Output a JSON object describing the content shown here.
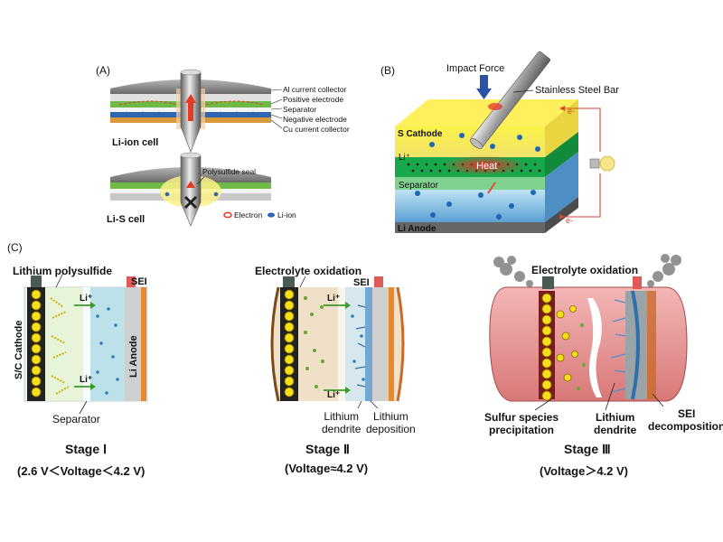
{
  "panel_a": {
    "label": "(A)",
    "liion_label": "Li-ion cell",
    "lis_label": "Li-S cell",
    "layers": [
      "Al current collector",
      "Positive electrode",
      "Separator",
      "Negative electrode",
      "Cu current collector"
    ],
    "polysulfide_seal": "Polysulfide seal",
    "legend_electron": "Electron",
    "legend_liion": "Li-ion"
  },
  "panel_b": {
    "label": "(B)",
    "impact_force": "Impact Force",
    "steel_bar": "Stainless Steel Bar",
    "s_cathode": "S  Cathode",
    "li_plus": "Li⁺",
    "heat": "Heat",
    "separator": "Separator",
    "li_anode": "Li  Anode",
    "e_minus_top": "e-",
    "e_minus_bottom": "e-"
  },
  "panel_c": {
    "label": "(C)",
    "stage1": {
      "polysulfide": "Lithium polysulfide",
      "sei": "SEI",
      "cathode": "S/C  Cathode",
      "anode": "Li  Anode",
      "li_top": "Li⁺",
      "li_bottom": "Li⁺",
      "separator": "Separator",
      "title": "Stage Ⅰ",
      "condition": "(2.6 V＜Voltage＜4.2 V)"
    },
    "stage2": {
      "oxidation": "Electrolyte oxidation",
      "sei": "SEI",
      "li_top": "Li⁺",
      "li_bottom": "Li⁺",
      "dendrite": "Lithium\ndendrite",
      "deposition": "Lithium\ndeposition",
      "title": "Stage Ⅱ",
      "condition": "(Voltage≈4.2 V)"
    },
    "stage3": {
      "oxidation": "Electrolyte oxidation",
      "sulfur": "Sulfur species\nprecipitation",
      "dendrite": "Lithium\ndendrite",
      "sei_decomp": "SEI\ndecomposition",
      "title": "Stage Ⅲ",
      "condition": "(Voltage＞4.2 V)"
    }
  }
}
